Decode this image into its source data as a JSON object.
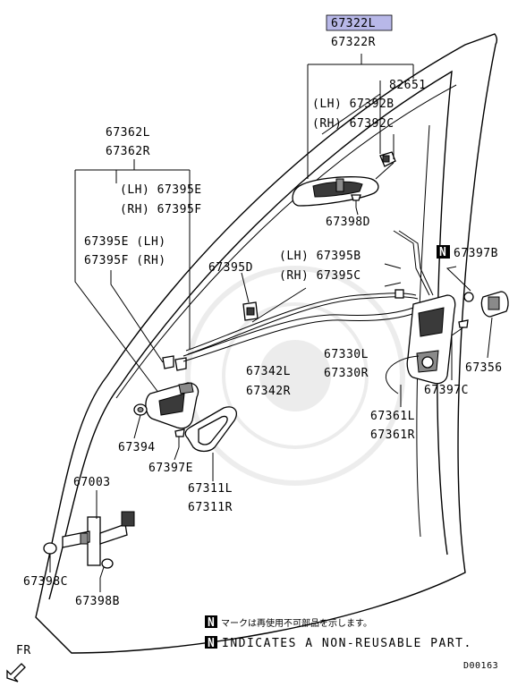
{
  "labels": {
    "handle_outer_l": "67322L",
    "handle_outer_r": "67322R",
    "cover_82651": "82651",
    "lh_67392b": "(LH) 67392B",
    "rh_67392c": "(RH) 67392C",
    "screw_67398d": "67398D",
    "handle_inner_l": "67362L",
    "handle_inner_r": "67362R",
    "lh_67395e": "(LH) 67395E",
    "rh_67395f": "(RH) 67395F",
    "left_67395e_lh": "67395E (LH)",
    "left_67395f_rh": "67395F (RH)",
    "clip_67395d": "67395D",
    "lh_67395b": "(LH) 67395B",
    "rh_67395c": "(RH) 67395C",
    "clip_67397b": "67397B",
    "rod_67330l": "67330L",
    "rod_67330r": "67330R",
    "cable_67342l": "67342L",
    "cable_67342r": "67342R",
    "striker_67356": "67356",
    "screw_67397c": "67397C",
    "latch_67361l": "67361L",
    "latch_67361r": "67361R",
    "cap_67394": "67394",
    "screw_67397e": "67397E",
    "bezel_67311l": "67311L",
    "bezel_67311r": "67311R",
    "checker_67003": "67003",
    "bolt_67398c": "67398C",
    "bolt_67398b": "67398B"
  },
  "legend": {
    "symbol": "N",
    "japanese": "マークは再使用不可部品を示します。",
    "english": "INDICATES A NON-REUSABLE PART."
  },
  "direction": {
    "label": "FR",
    "icon": "front-arrow-icon"
  },
  "reference_code": "D00163",
  "highlight_color": "#b8b8e8"
}
